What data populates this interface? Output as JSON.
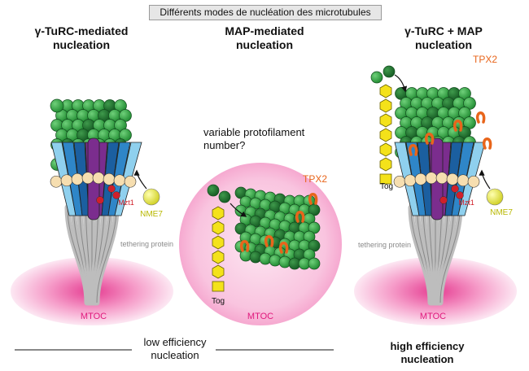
{
  "title": "Différents modes de nucléation des microtubules",
  "panels": {
    "left": {
      "title": "γ-TuRC-mediated nucleation",
      "mtoc": "MTOC",
      "mzt1": "Mzt1",
      "nme7": "NME7",
      "tethering": "tethering protein"
    },
    "middle": {
      "title": "MAP-mediated nucleation",
      "question": "variable protofilament number?",
      "tpx2": "TPX2",
      "tog": "Tog",
      "mtoc": "MTOC"
    },
    "right": {
      "title": "γ-TuRC + MAP nucleation",
      "tpx2": "TPX2",
      "tog": "Tog",
      "mzt1": "Mzt1",
      "nme7": "NME7",
      "tethering": "tethering protein",
      "mtoc": "MTOC"
    }
  },
  "efficiency": {
    "low": "low efficiency nucleation",
    "high": "high efficiency nucleation"
  },
  "colors": {
    "tubulin_green": "#2e9a3c",
    "tubulin_dark": "#1c6b2a",
    "mtoc_pink": "#e0197d",
    "gamma_purple": "#7b2d8e",
    "gamma_blue": "#2f86c8",
    "gamma_light_blue": "#8fd0ee",
    "cap_beige": "#f6deb0",
    "tpx2_orange": "#e8651b",
    "nme7_yellow": "#dede3a",
    "tog_yellow": "#f4e21a",
    "mzt1_red": "#d0202a"
  }
}
